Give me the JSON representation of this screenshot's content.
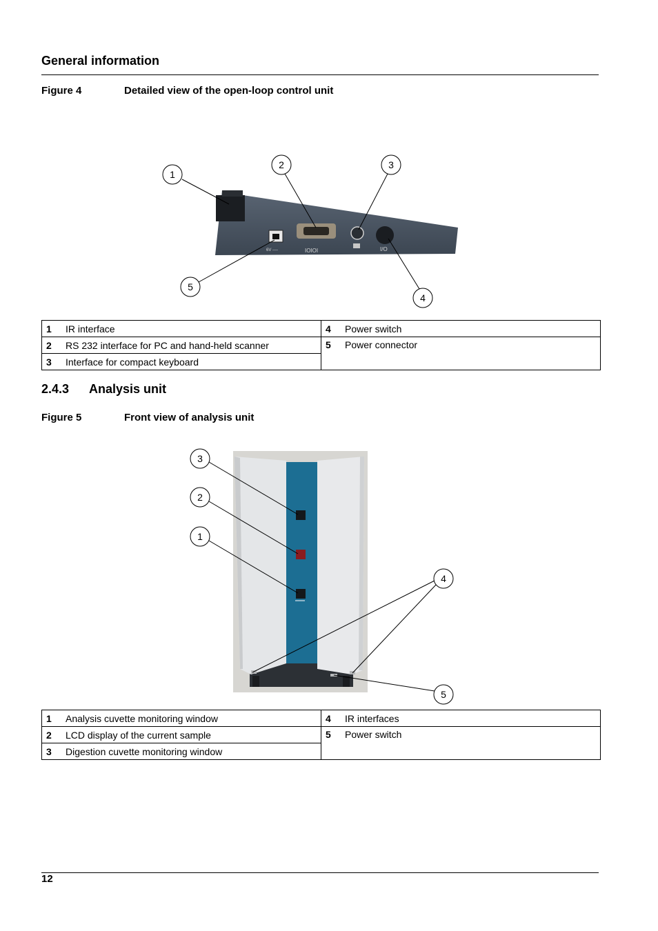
{
  "header": {
    "title": "General information"
  },
  "figure4": {
    "label": "Figure 4",
    "title": "Detailed view of the open-loop control unit",
    "callouts": [
      "1",
      "2",
      "3",
      "4",
      "5"
    ],
    "device_labels": {
      "dc": "6V ----",
      "serial": "IOIOI",
      "power": "I/O"
    },
    "legend": [
      {
        "num": "1",
        "text": "IR interface"
      },
      {
        "num": "2",
        "text": "RS 232 interface for PC and hand-held scanner"
      },
      {
        "num": "3",
        "text": "Interface for compact keyboard"
      },
      {
        "num": "4",
        "text": "Power switch"
      },
      {
        "num": "5",
        "text": "Power connector"
      }
    ]
  },
  "section": {
    "number": "2.4.3",
    "title": "Analysis unit"
  },
  "figure5": {
    "label": "Figure 5",
    "title": "Front view of analysis unit",
    "callouts": [
      "1",
      "2",
      "3",
      "4",
      "5"
    ],
    "legend": [
      {
        "num": "1",
        "text": "Analysis cuvette monitoring window"
      },
      {
        "num": "2",
        "text": "LCD display of the current sample"
      },
      {
        "num": "3",
        "text": "Digestion cuvette monitoring window"
      },
      {
        "num": "4",
        "text": "IR interfaces"
      },
      {
        "num": "5",
        "text": "Power switch"
      }
    ]
  },
  "footer": {
    "page_number": "12"
  },
  "colors": {
    "device_body": "#4a5563",
    "panel_blue": "#1c6e93",
    "cover_gray": "#e4e6e8"
  }
}
